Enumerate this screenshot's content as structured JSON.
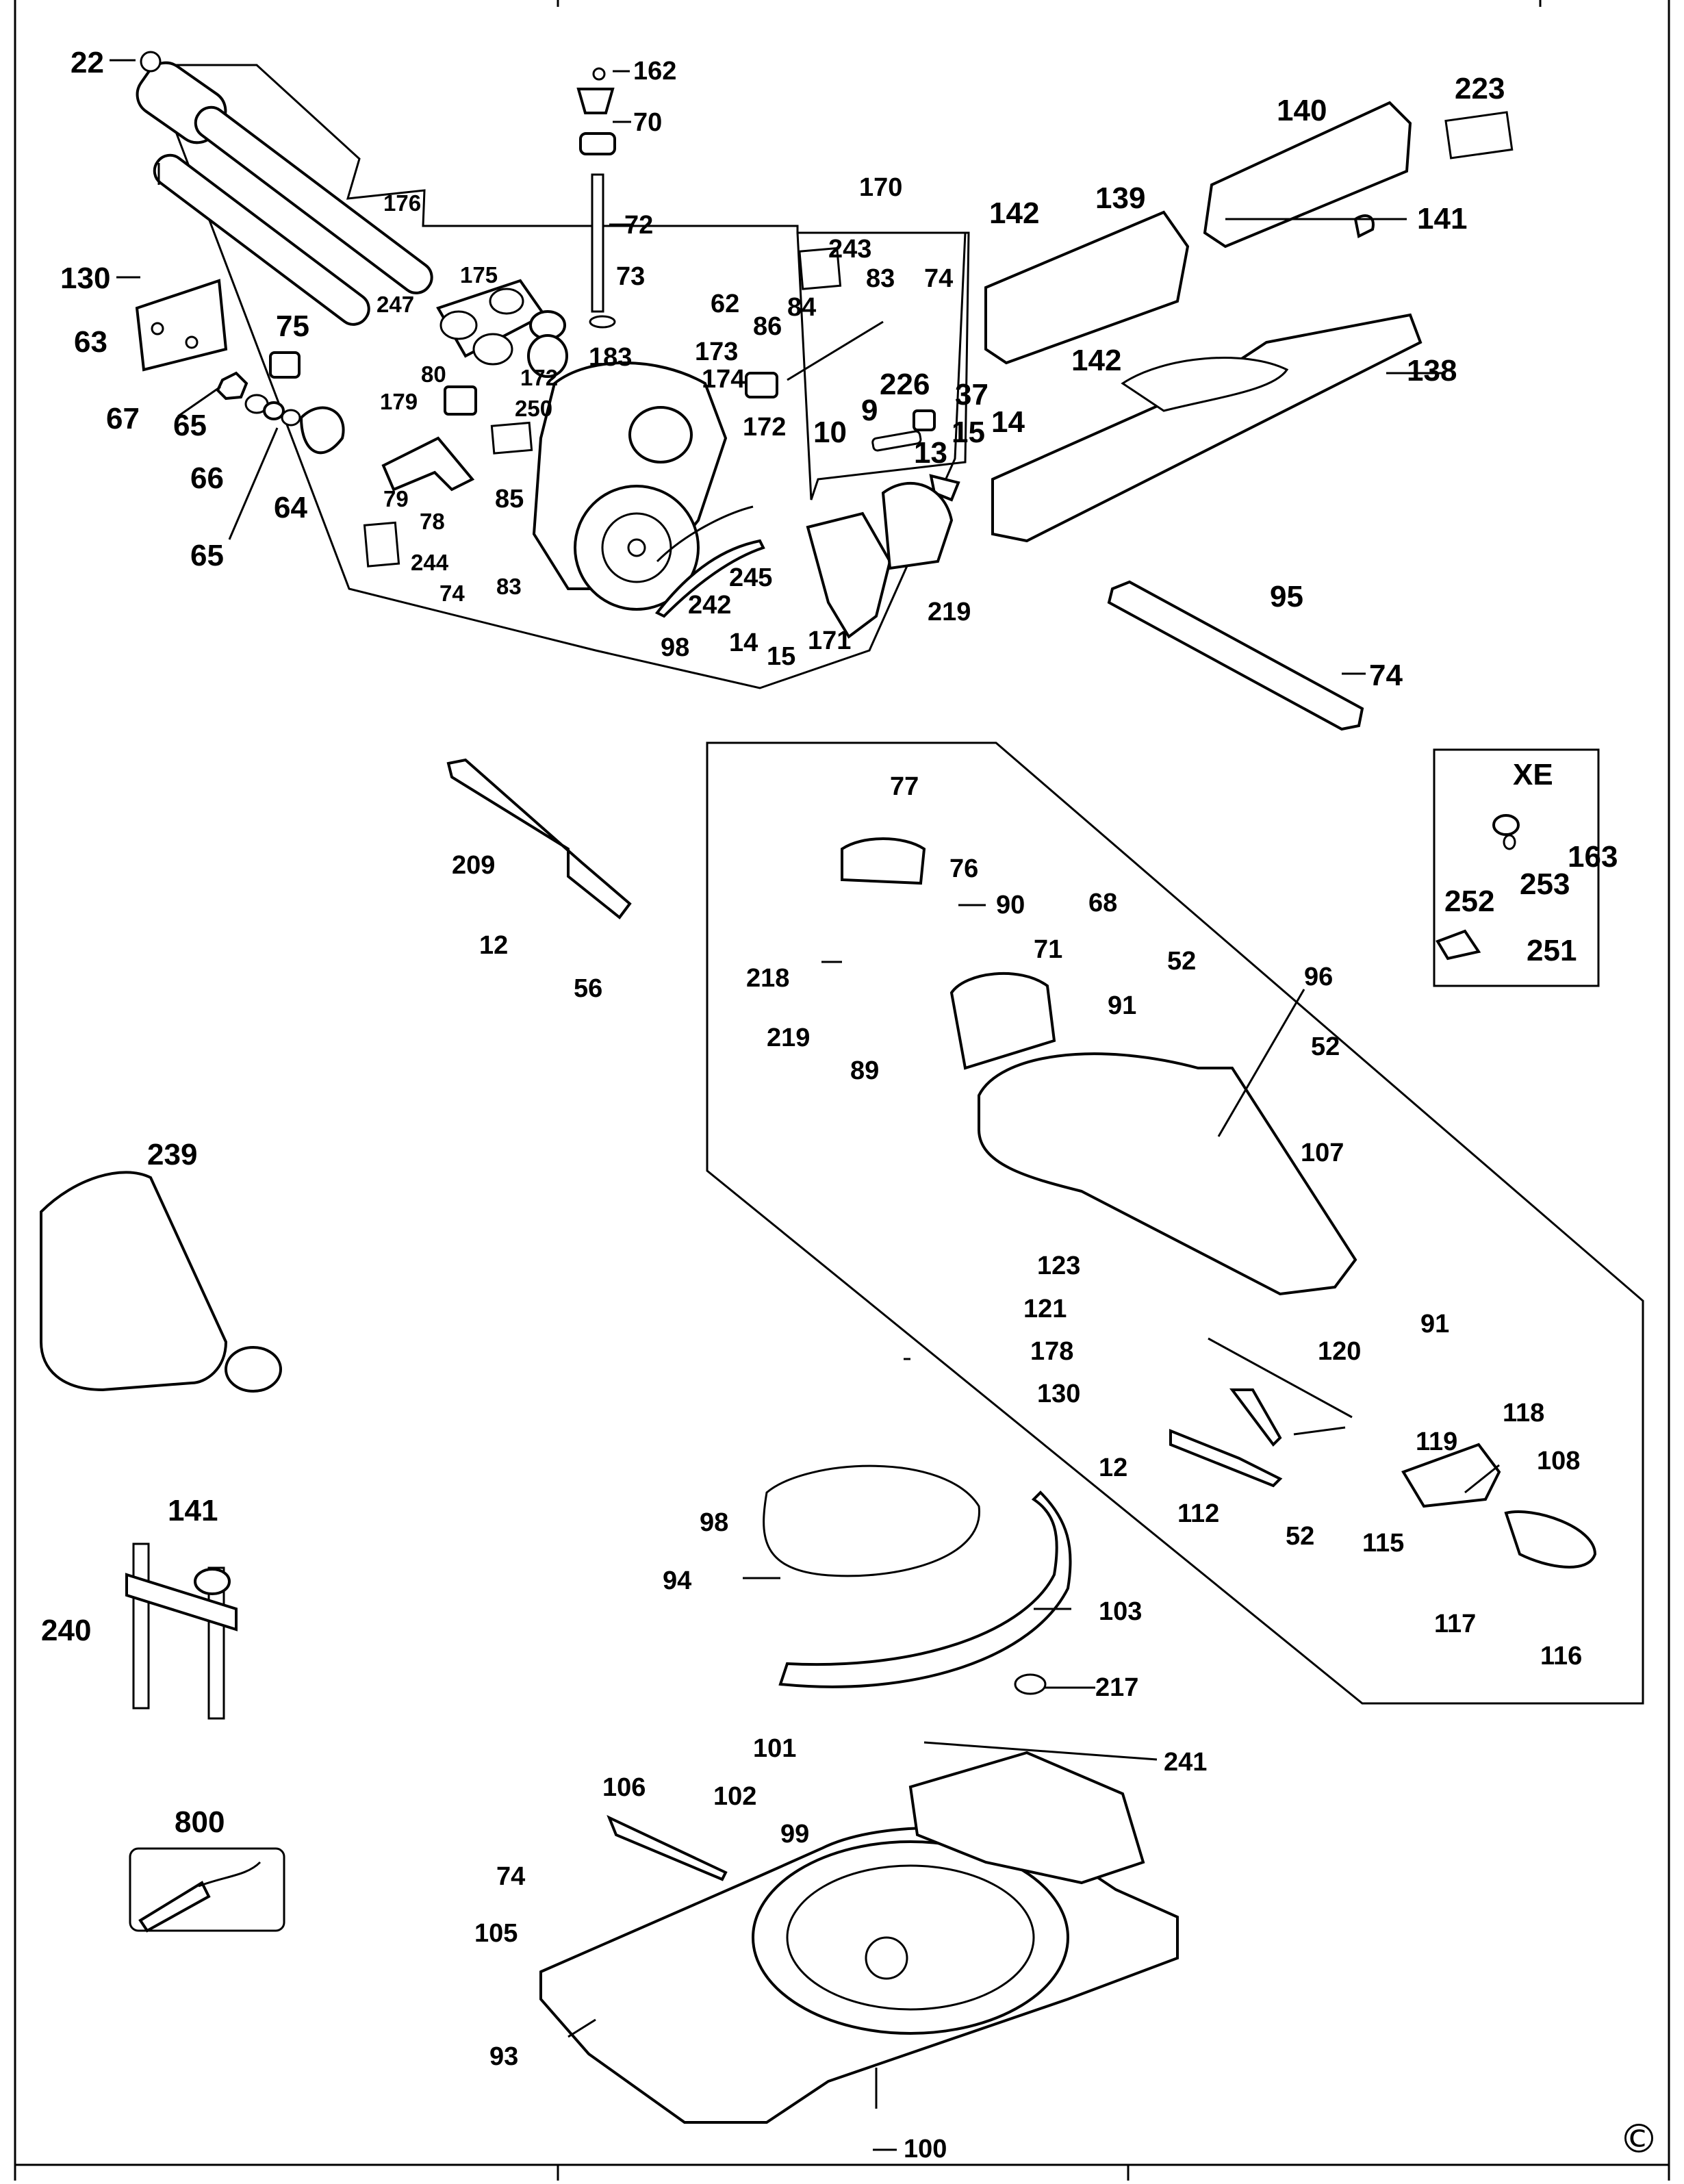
{
  "diagram": {
    "copyright_symbol": "©",
    "xe_box_title": "XE",
    "callouts": {
      "c22": "22",
      "c162": "162",
      "c70": "70",
      "c72": "72",
      "c73": "73",
      "c170": "170",
      "c243": "243",
      "c83a": "83",
      "c74a": "74",
      "c84": "84",
      "c142a": "142",
      "c139": "139",
      "c140": "140",
      "c223": "223",
      "c141a": "141",
      "c138": "138",
      "c142b": "142",
      "c130a": "130",
      "c63": "63",
      "c75": "75",
      "c67": "67",
      "c65a": "65",
      "c66": "66",
      "c64": "64",
      "c65b": "65",
      "c176": "176",
      "c175": "175",
      "c247": "247",
      "c172a": "172",
      "c183": "183",
      "c62": "62",
      "c173": "173",
      "c86": "86",
      "c174": "174",
      "c172b": "172",
      "c179": "179",
      "c80": "80",
      "c250": "250",
      "c79": "79",
      "c78": "78",
      "c85": "85",
      "c244": "244",
      "c74b": "74",
      "c83b": "83",
      "c226": "226",
      "c37": "37",
      "c9": "9",
      "c10": "10",
      "c15a": "15",
      "c14a": "14",
      "c13": "13",
      "c242": "242",
      "c245": "245",
      "c98a": "98",
      "c14b": "14",
      "c15b": "15",
      "c171": "171",
      "c219a": "219",
      "c95": "95",
      "c74c": "74",
      "c209": "209",
      "c12a": "12",
      "c56": "56",
      "c77": "77",
      "c76": "76",
      "c90": "90",
      "c68": "68",
      "c52a": "52",
      "c71": "71",
      "c91a": "91",
      "c218": "218",
      "c219b": "219",
      "c89": "89",
      "c96": "96",
      "c52b": "52",
      "c107": "107",
      "c252": "252",
      "c253": "253",
      "c163": "163",
      "c251": "251",
      "c239": "239",
      "c123": "123",
      "c121": "121",
      "c178": "178",
      "c130b": "130",
      "c120": "120",
      "c91b": "91",
      "c119": "119",
      "c118": "118",
      "c108": "108",
      "c12b": "12",
      "c112": "112",
      "c52c": "52",
      "c115": "115",
      "c117": "117",
      "c116": "116",
      "c141b": "141",
      "c240": "240",
      "c98b": "98",
      "c94": "94",
      "c103": "103",
      "c217": "217",
      "c101": "101",
      "c102": "102",
      "c99": "99",
      "c241": "241",
      "c106": "106",
      "c74d": "74",
      "c105": "105",
      "c93": "93",
      "c100": "100",
      "c800": "800"
    }
  }
}
